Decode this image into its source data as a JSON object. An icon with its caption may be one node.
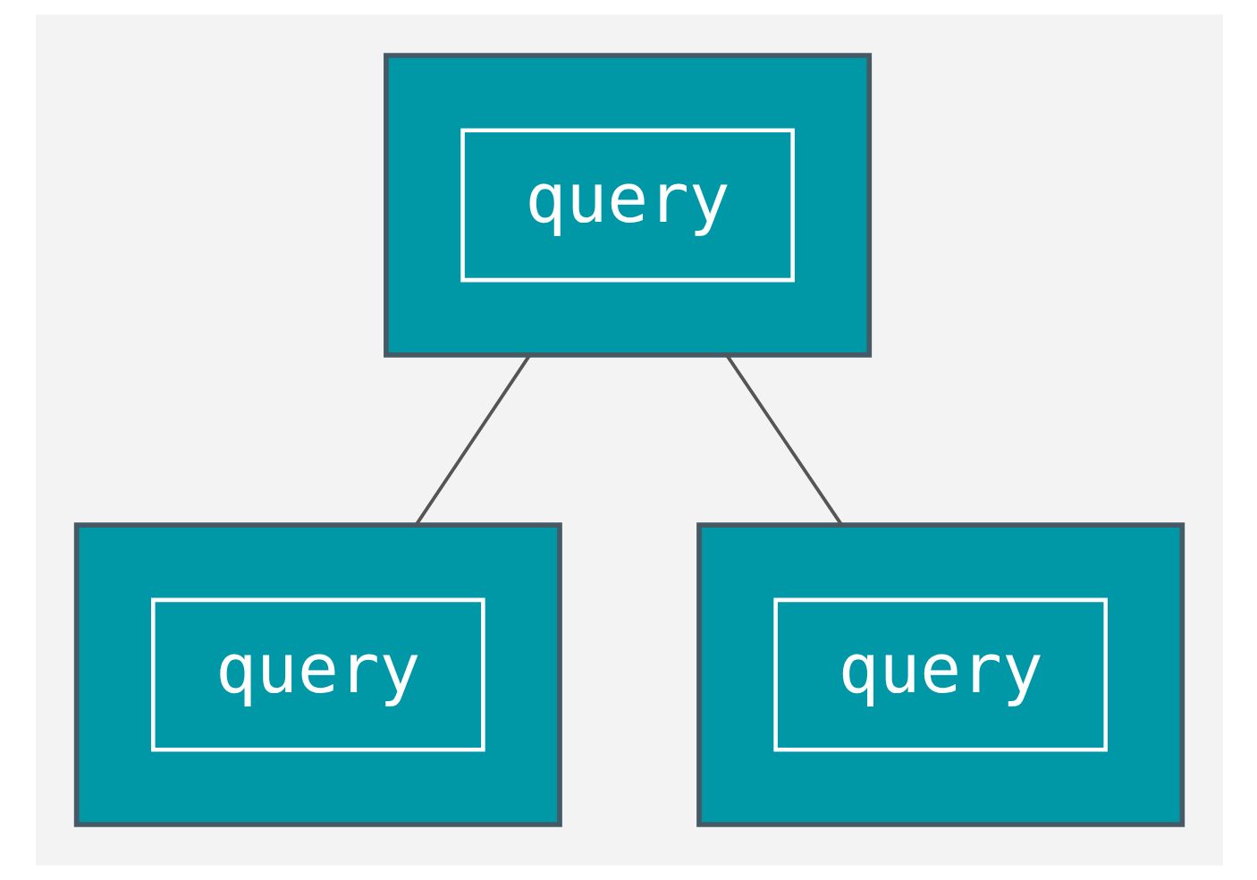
{
  "diagram": {
    "nodes": [
      {
        "text": [],
        "shape": "box"
      },
      {
        "text": [
          "query"
        ],
        "in": 0
      },
      {
        "text": [],
        "shape": "box"
      },
      {
        "text": [
          "query"
        ],
        "in": 2
      },
      {
        "text": [],
        "shape": "box"
      },
      {
        "text": [
          "query"
        ],
        "in": 4
      }
    ],
    "edges": [
      {
        "from": 0,
        "to": 2,
        "arrow": "none"
      },
      {
        "from": 0,
        "to": 4,
        "arrow": "none"
      }
    ]
  }
}
